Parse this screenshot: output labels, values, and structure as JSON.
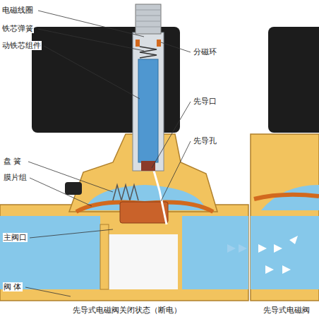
{
  "diagram": {
    "caption": "先导式电磁阀关闭状态（断电）",
    "labels": [
      "电磁线圈",
      "铁芯弹簧",
      "动铁芯组件",
      "盘 簧",
      "膜片组",
      "主阀口",
      "阀 体",
      "分磁环",
      "先导口",
      "先导孔",
      "先导式电磁阀"
    ]
  }
}
